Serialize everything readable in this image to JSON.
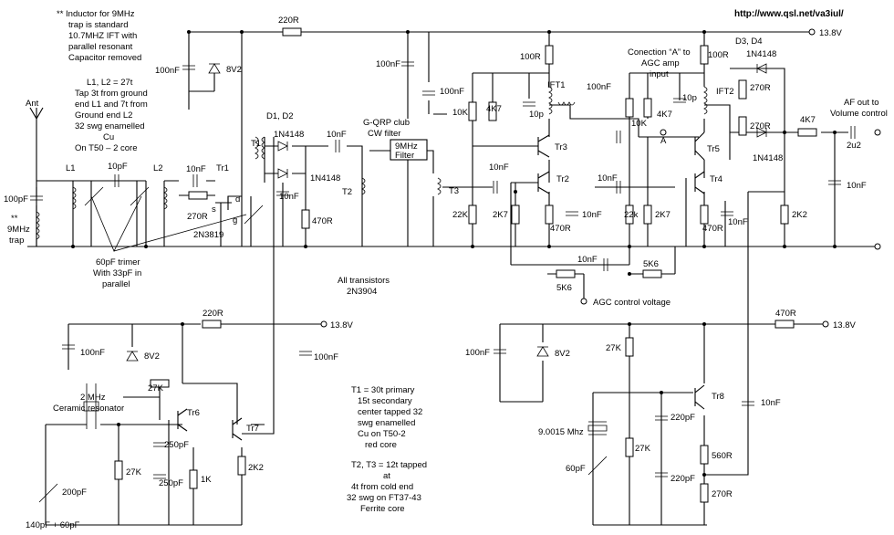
{
  "url": "http://www.qsl.net/va3iul/",
  "supplies": {
    "top": "13.8V",
    "osc1": "13.8V",
    "osc2": "13.8V"
  },
  "notes": {
    "inductor": [
      "**  Inductor for 9MHz",
      "trap is standard",
      "10.7MHZ IFT with",
      "parallel resonant",
      "Capacitor removed"
    ],
    "l1l2": [
      "L1, L2 = 27t",
      "Tap 3t from ground",
      "end L1 and 7t from",
      "Ground end L2",
      "32 swg enamelled",
      "Cu",
      "On  T50 – 2 core"
    ],
    "trimmer": [
      "60pF trimer",
      "With 33pF in",
      "parallel"
    ],
    "transistors": [
      "All transistors",
      "2N3904"
    ],
    "t1": [
      "T1 = 30t primary",
      "15t secondary",
      "center tapped 32",
      "swg enamelled",
      "Cu on T50-2",
      "red core"
    ],
    "t2t3": [
      "T2, T3 = 12t tapped",
      "at",
      "4t from cold end",
      "32 swg on FT37-43",
      "Ferrite core"
    ],
    "conn": [
      "Conection “A” to",
      "AGC amp",
      "input"
    ],
    "gqrp": [
      "G-QRP club",
      "CW filter"
    ],
    "agc": "AGC control voltage",
    "af": [
      "AF out to",
      "Volume control"
    ],
    "resonator": [
      "2 MHz",
      "Ceramic resonator"
    ],
    "trim2": "140pF + 60pF"
  },
  "labels": {
    "ant": "Ant",
    "trap_asterisk": "**",
    "trap": [
      "9MHz",
      "trap"
    ],
    "L1": "L1",
    "L2": "L2",
    "Tr1": "Tr1",
    "jfet": "2N3819",
    "s": "s",
    "d": "d",
    "g": "g",
    "T1": "T1",
    "T2": "T2",
    "T3": "T3",
    "D1D2": "D1, D2",
    "D3D4": "D3, D4",
    "IFT1": "IFT1",
    "IFT2": "IFT2",
    "A": "A",
    "filter": [
      "9MHz",
      "Filter"
    ],
    "Tr2": "Tr2",
    "Tr3": "Tr3",
    "Tr4": "Tr4",
    "Tr5": "Tr5",
    "Tr6": "Tr6",
    "Tr7": "Tr7",
    "Tr8": "Tr8",
    "xtal": "9.0015 Mhz",
    "z8v2a": "8V2",
    "z8v2b": "8V2",
    "z8v2c": "8V2"
  },
  "values": {
    "c_100pF": "100pF",
    "c_10pF": "10pF",
    "c_10nF_a": "10nF",
    "r_270R_a": "270R",
    "c_100nF_a": "100nF",
    "r_220R_top": "220R",
    "d_1n4148_a": "1N4148",
    "d_1n4148_b": "1N4148",
    "c_10nF_b": "10nF",
    "c_10nF_c": "10nF",
    "r_470R_a": "470R",
    "c_100nF_b": "100nF",
    "c_100nF_c": "100nF",
    "r_10K_a": "10K",
    "r_4K7_a": "4K7",
    "c_10p_a": "10p",
    "r_100R_a": "100R",
    "r_22K": "22K",
    "r_2K7_a": "2K7",
    "c_10nF_d": "10nF",
    "r_470R_b": "470R",
    "c_10nF_e": "10nF",
    "c_100nF_d": "100nF",
    "r_10K_b": "10K",
    "r_4K7_b": "4K7",
    "c_10p_b": "10p",
    "r_100R_b": "100R",
    "c_10nF_f": "10nF",
    "r_22k": "22k",
    "r_2K7_b": "2K7",
    "r_470R_c": "470R",
    "c_10nF_g": "10nF",
    "d_1n4148_c": "1N4148",
    "r_270R_b": "270R",
    "r_270R_c": "270R",
    "d_1n4148_d": "1N4148",
    "r_4K7_c": "4K7",
    "c_2u2": "2u2",
    "c_10nF_h": "10nF",
    "r_2K2_a": "2K2",
    "c_10nF_i": "10nF",
    "r_5K6_a": "5K6",
    "r_5K6_b": "5K6",
    "r_220R_osc": "220R",
    "c_100nF_e": "100nF",
    "c_100nF_f": "100nF",
    "r_27K_a": "27K",
    "r_27K_b": "27K",
    "c_250pF_a": "250pF",
    "c_250pF_b": "250pF",
    "r_1K": "1K",
    "r_2K2_b": "2K2",
    "c_200pF": "200pF",
    "r_470R_d": "470R",
    "c_100nF_g": "100nF",
    "r_27K_c": "27K",
    "r_27K_d": "27K",
    "c_220pF_a": "220pF",
    "c_220pF_b": "220pF",
    "r_560R": "560R",
    "r_270R_d": "270R",
    "c_60pF": "60pF",
    "c_10nF_j": "10nF"
  }
}
